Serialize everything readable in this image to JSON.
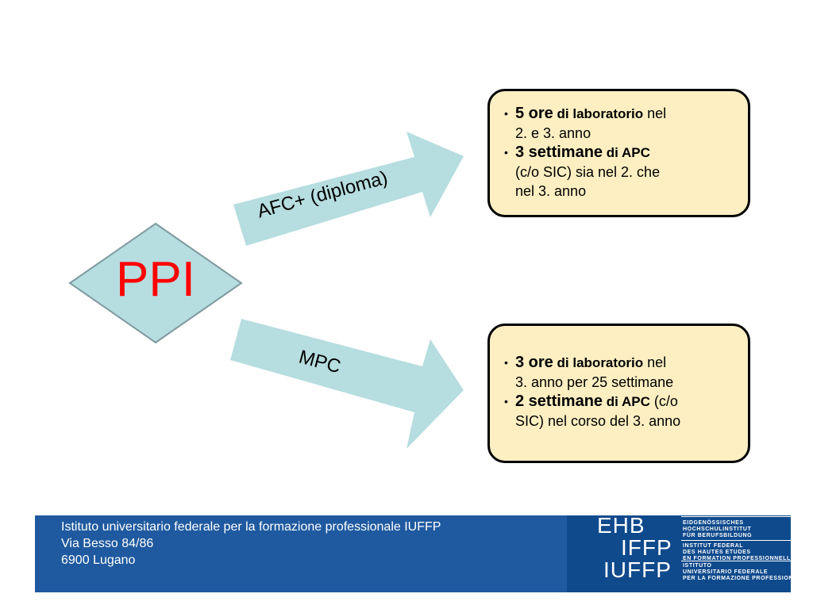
{
  "center": {
    "label": "PPI"
  },
  "arrows": [
    {
      "label": "AFC+ (diploma)"
    },
    {
      "label": "MPC"
    }
  ],
  "boxes": [
    {
      "items": [
        {
          "bold_big": "5 ore",
          "bold": " di laboratorio",
          "line1_rest": " nel",
          "line2": "2. e 3. anno"
        },
        {
          "bold_big": "3 settimane",
          "bold": " di APC",
          "line1_rest": "",
          "line2": "(c/o SIC) sia nel 2. che",
          "line3": "nel 3. anno"
        }
      ]
    },
    {
      "items": [
        {
          "bold_big": "3 ore",
          "bold": " di laboratorio",
          "line1_rest": " nel",
          "line2": "3. anno per 25 settimane"
        },
        {
          "bold_big": "2 settimane",
          "bold": " di APC",
          "line1_rest": " (c/o",
          "line2": "SIC) nel corso del 3. anno"
        }
      ]
    }
  ],
  "footer": {
    "line1": "Istituto universitario federale per la formazione professionale IUFFP",
    "line2": "Via Besso 84/86",
    "line3": "6900 Lugano"
  },
  "logo": {
    "abbr1": "EHB",
    "abbr2": "IFFP",
    "abbr3": "IUFFP",
    "de": [
      "EIDGENÖSSISCHES",
      "HOCHSCHULINSTITUT",
      "FÜR BERUFSBILDUNG"
    ],
    "fr": [
      "INSTITUT FEDERAL",
      "DES HAUTES ETUDES",
      "EN FORMATION PROFESSIONNELLE"
    ],
    "it": [
      "ISTITUTO",
      "UNIVERSITARIO FEDERALE",
      "PER LA FORMAZIONE PROFESSIONALE"
    ]
  },
  "colors": {
    "diamond_fill": "#b6dde0",
    "arrow_fill": "#b6dde0",
    "ppi_text": "#ff0000",
    "box_fill": "#fdefc2",
    "footer_blue": "#1f5aa0"
  }
}
